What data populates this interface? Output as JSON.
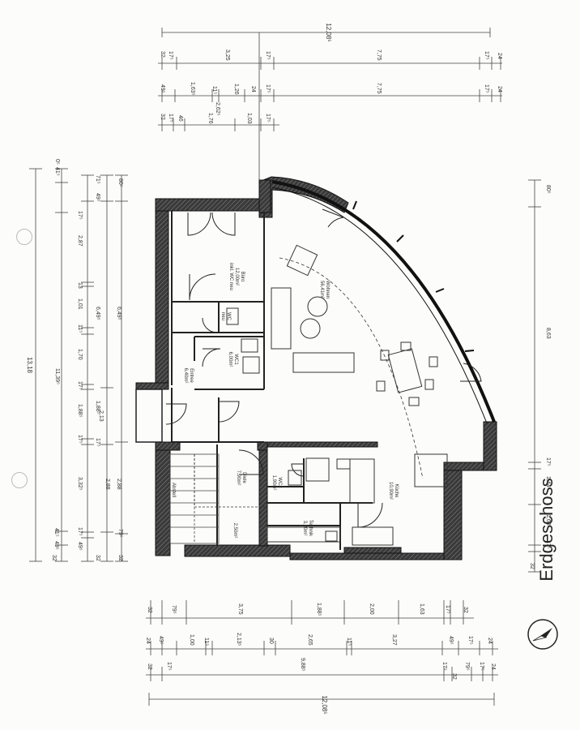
{
  "drawing": {
    "title": "Erdgeschoss",
    "north_arrow": "compass-north-arrow-icon"
  },
  "rooms": {
    "buero": [
      "Büro",
      "12,00m²",
      "inkl. WC neu"
    ],
    "wc": [
      "WC",
      "neu"
    ],
    "wc1": [
      "WC1",
      "6,00m²"
    ],
    "entree": [
      "Entree",
      "6,40m²"
    ],
    "wohnen": [
      "Wohnen",
      "56,41m²"
    ],
    "diele": [
      "Diele",
      "7,90m²"
    ],
    "wc2": [
      "WC2",
      "1,90m²"
    ],
    "technik": [
      "Technik",
      "3,20m²"
    ],
    "kueche": [
      "Küche",
      "10,90m²"
    ],
    "abstell": [
      "Abstell"
    ],
    "stair_area": [
      "2,50m²"
    ]
  },
  "dimensions": {
    "top_total": "12,08⁵",
    "top_row1": [
      "32",
      "17⁵",
      "3,25",
      "17⁵",
      "7,75",
      "17⁵",
      "24"
    ],
    "top_row2": [
      "49⁵",
      "1,63⁵",
      "11⁵",
      "1,26",
      "24",
      "17⁵",
      "7,75",
      "17⁵",
      "24"
    ],
    "top_row3": [
      "32",
      "17⁵",
      "46",
      "1,76",
      "2,62⁵",
      "1,03",
      "17⁵"
    ],
    "bottom_row1": [
      "32",
      "79⁵",
      "3,75",
      "1,88⁵",
      "2,00",
      "1,63",
      "17⁵",
      "32"
    ],
    "bottom_row2": [
      "24",
      "49⁵",
      "1,00",
      "11⁵",
      "2,13⁵",
      "30",
      "2,65",
      "11⁵",
      "3,27",
      "49⁵",
      "17⁵",
      "24"
    ],
    "bottom_row3": [
      "32",
      "17⁵",
      "9,88⁵",
      "17⁵",
      "32",
      "79⁵",
      "17⁵",
      "24"
    ],
    "bottom_total": "12,08⁵",
    "left_total": "13,18",
    "left_row2": [
      "41⁵",
      "0⁵",
      "11,39⁵",
      "41⁵",
      "49⁵",
      "32"
    ],
    "left_row3": [
      "17⁵",
      "2,87",
      "13",
      "1,01",
      "11⁵",
      "1,70",
      "17⁵",
      "1,88⁵",
      "17⁵",
      "3,32⁵",
      "17⁵",
      "49⁵"
    ],
    "left_row4": [
      "71⁵",
      "49⁵",
      "6,49⁵",
      "1,88⁵",
      "2,13",
      "2,88",
      "17⁵",
      "32"
    ],
    "left_row5": [
      "80⁵",
      "6,49⁵",
      "2,88",
      "79⁵",
      "32"
    ],
    "right_row": [
      "80⁵",
      "8,63",
      "17⁵",
      "1,44⁵",
      "1,63",
      "17⁵",
      "32"
    ]
  },
  "colors": {
    "wall": "#1a1a1a",
    "line": "#333333",
    "paper": "#fcfcfa"
  }
}
